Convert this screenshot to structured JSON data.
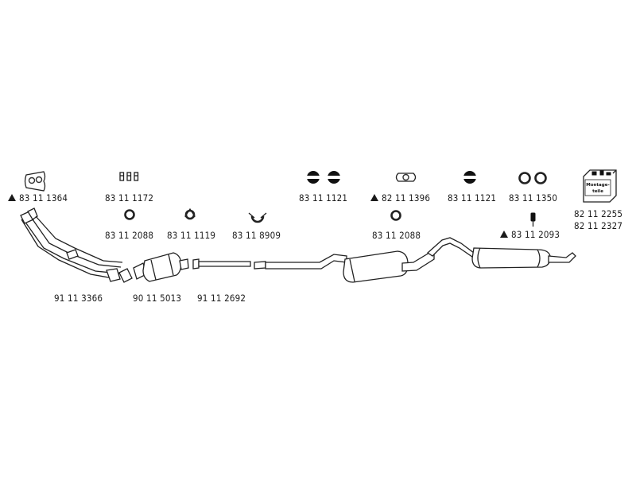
{
  "parts": {
    "gasket_manifold": "83 11 1364",
    "clamp_bolts": "83 11 1172",
    "ring_front": "83 11 2088",
    "gasket_front": "83 11 1119",
    "clamp_front": "83 11 8909",
    "rubber_hangers_a": "83 11 1121",
    "gasket_mid": "82 11 1396",
    "rubber_hangers_b": "83 11 1121",
    "rings_rear": "83 11 1350",
    "ring_mid": "83 11 2088",
    "bracket_rear": "83 11 2093",
    "kit_a": "82 11 2255",
    "kit_b": "82 11 2327",
    "front_pipe": "91 11 3366",
    "catalyst": "90 11 5013",
    "intermediate_pipe": "91 11 2692"
  },
  "kit_box": {
    "line1": "Montage-",
    "line2": "teile"
  }
}
